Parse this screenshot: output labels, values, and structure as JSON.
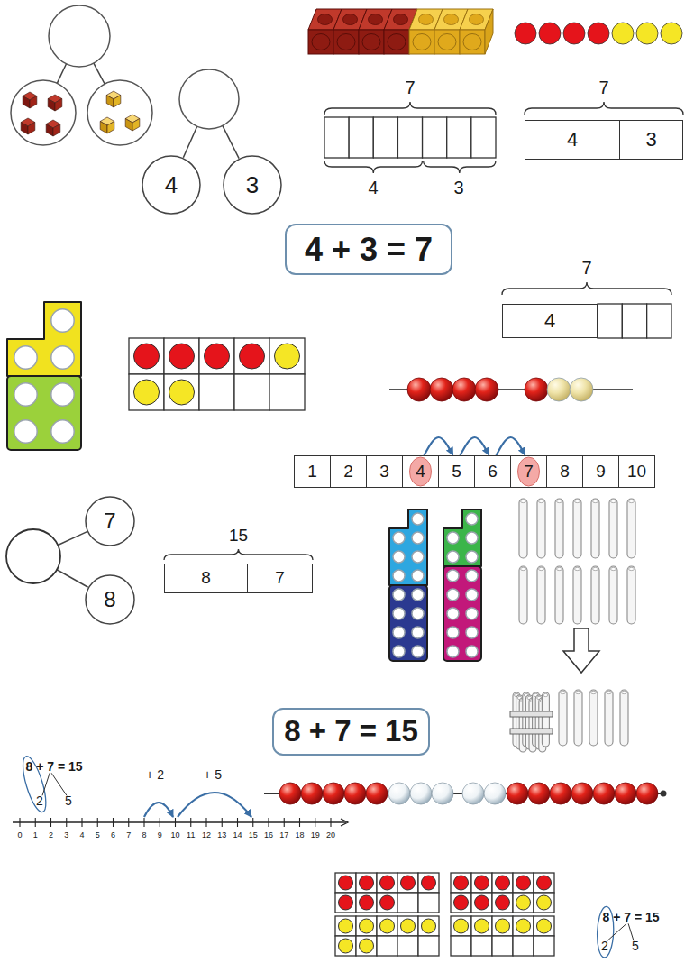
{
  "diagram": {
    "nodes": [
      {
        "text": [
          "4"
        ]
      },
      {
        "text": [
          "3"
        ]
      },
      {
        "text": [
          "4"
        ]
      },
      {
        "text": [
          "3"
        ]
      },
      {
        "text": [
          "4 + 3 = 7"
        ]
      },
      {
        "text": [
          "4"
        ]
      },
      {
        "text": [
          "1"
        ]
      },
      {
        "text": [
          "2"
        ]
      },
      {
        "text": [
          "3"
        ]
      },
      {
        "text": [
          "4"
        ]
      },
      {
        "text": [
          "5"
        ]
      },
      {
        "text": [
          "6"
        ]
      },
      {
        "text": [
          "7"
        ]
      },
      {
        "text": [
          "8"
        ]
      },
      {
        "text": [
          "9"
        ]
      },
      {
        "text": [
          "10"
        ]
      },
      {
        "text": [
          "7"
        ]
      },
      {
        "text": [
          "8"
        ]
      },
      {
        "text": [
          "8"
        ]
      },
      {
        "text": [
          "7"
        ]
      },
      {
        "text": [
          "8 + 7 = 15"
        ]
      }
    ],
    "edges": [
      {
        "from": 9,
        "to": 10,
        "arrow": "to"
      },
      {
        "from": 10,
        "to": 11,
        "arrow": "to"
      },
      {
        "from": 11,
        "to": 12,
        "arrow": "to"
      }
    ],
    "labels": [
      "7",
      "4",
      "3",
      "7",
      "7",
      "15",
      "8 + 7 = 15",
      "2",
      "5",
      "+ 2",
      "+ 5",
      "0",
      "1",
      "2",
      "3",
      "4",
      "5",
      "6",
      "7",
      "8",
      "9",
      "10",
      "11",
      "12",
      "13",
      "14",
      "15",
      "16",
      "17",
      "18",
      "19",
      "20",
      "8 + 7 = 15",
      "2",
      "5"
    ]
  }
}
